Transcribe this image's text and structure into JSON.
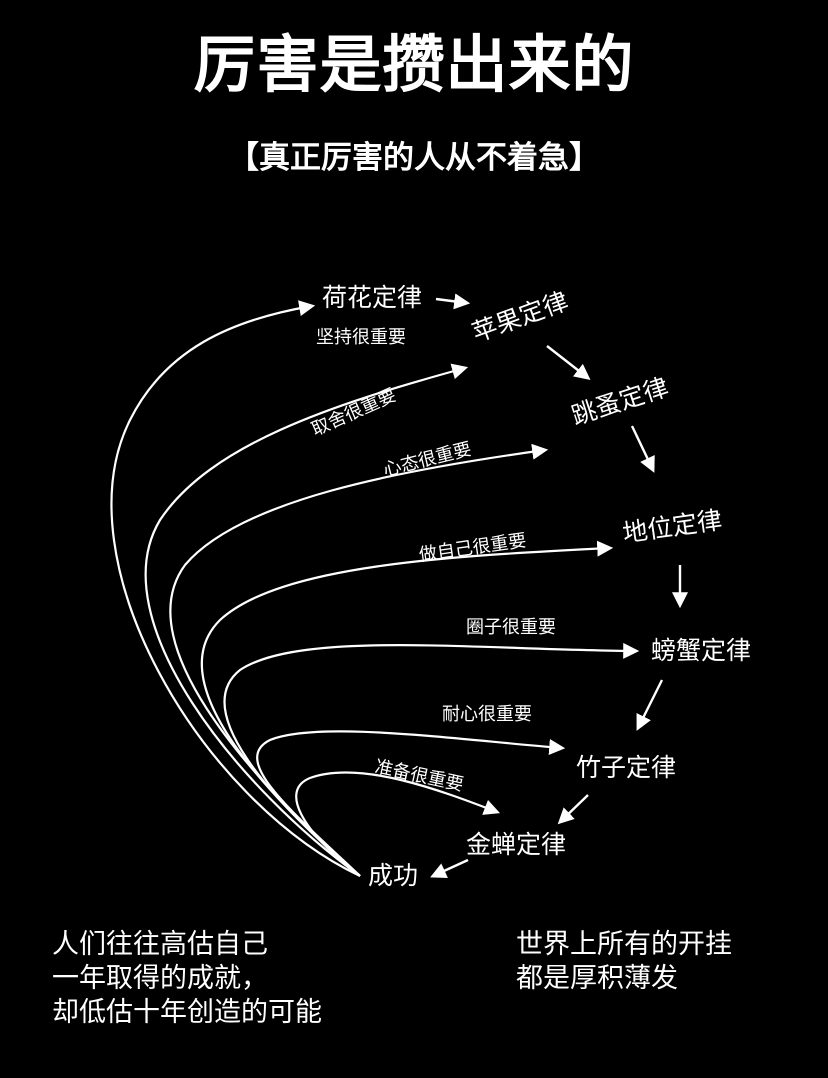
{
  "title": "厉害是攒出来的",
  "subtitle": "【真正厉害的人从不着急】",
  "nodes": {
    "hehua": "荷花定律",
    "pingguo": "苹果定律",
    "tiaozao": "跳蚤定律",
    "diwei": "地位定律",
    "pangxie": "螃蟹定律",
    "zhuzi": "竹子定律",
    "jinchan": "金蝉定律",
    "chenggong": "成功"
  },
  "labels": {
    "jianchi": "坚持很重要",
    "qushe": "取舍很重要",
    "xintai": "心态很重要",
    "zuoziji": "做自己很重要",
    "quanzi": "圈子很重要",
    "naixin": "耐心很重要",
    "zhunbei": "准备很重要"
  },
  "footer_left": [
    "人们往往高估自己",
    "一年取得的成就，",
    "却低估十年创造的可能"
  ],
  "footer_right": [
    "世界上所有的开挂",
    "都是厚积薄发"
  ]
}
